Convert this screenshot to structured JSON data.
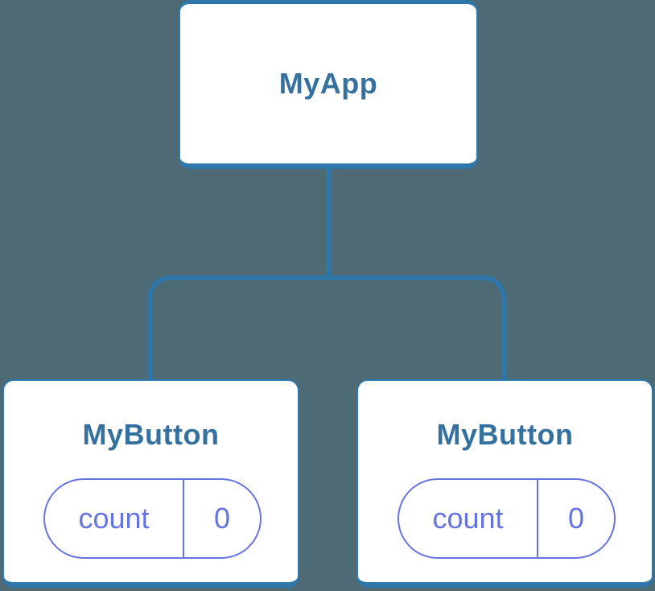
{
  "diagram": {
    "kind": "component-tree",
    "root": {
      "label": "MyApp"
    },
    "children": [
      {
        "label": "MyButton",
        "state": {
          "key": "count",
          "value": "0"
        }
      },
      {
        "label": "MyButton",
        "state": {
          "key": "count",
          "value": "0"
        }
      }
    ]
  },
  "colors": {
    "background": "#4d6a75",
    "stroke_blue": "#2e77a8",
    "component_label": "#35719f",
    "state_accent": "#6674e0",
    "node_fill": "#ffffff"
  }
}
